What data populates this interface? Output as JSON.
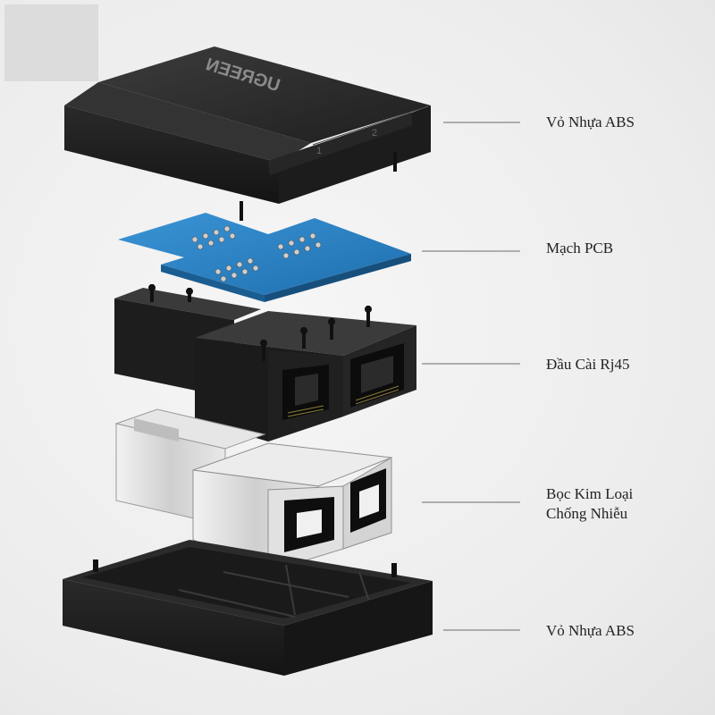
{
  "brand_logo": "UGREEN",
  "port_numbers": [
    "1",
    "2"
  ],
  "labels": {
    "top_shell": "Vỏ Nhựa ABS",
    "pcb": "Mạch PCB",
    "rj45": "Đầu Cài Rj45",
    "shield_line1": "Bọc Kim Loại",
    "shield_line2": "Chống Nhiễu",
    "bottom_shell": "Vỏ Nhựa ABS"
  },
  "colors": {
    "background": "#eeeeee",
    "shell": "#2a2a2a",
    "pcb": "#2f86c8",
    "metal": "#d9d9d9",
    "callout_line": "#6b6b6b"
  }
}
